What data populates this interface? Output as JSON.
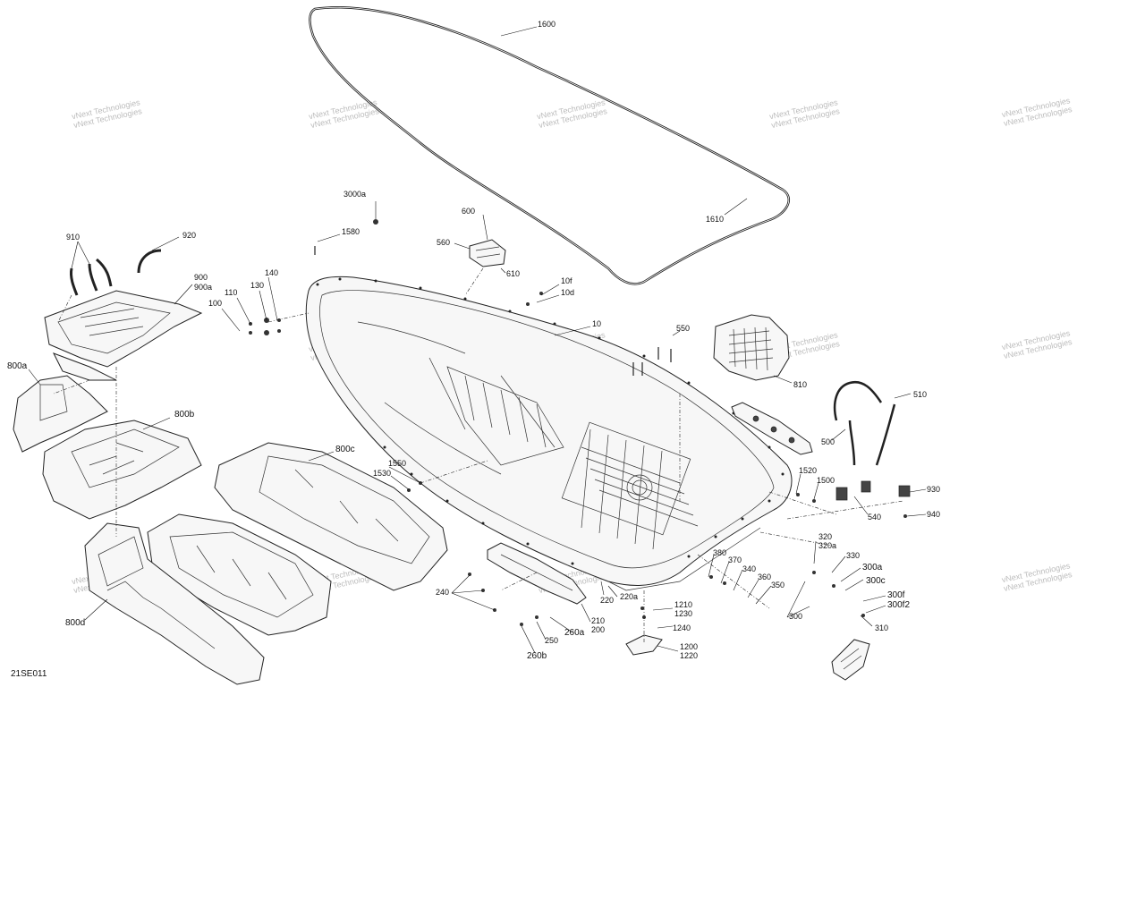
{
  "diagram_code": "21SE011",
  "watermark_text": "vNext Technologies",
  "callouts": [
    {
      "id": "c1600",
      "text": "1600"
    },
    {
      "id": "c1610",
      "text": "1610"
    },
    {
      "id": "c3000a",
      "text": "3000a"
    },
    {
      "id": "c1580",
      "text": "1580"
    },
    {
      "id": "c600",
      "text": "600"
    },
    {
      "id": "c560",
      "text": "560"
    },
    {
      "id": "c610",
      "text": "610"
    },
    {
      "id": "c10f",
      "text": "10f"
    },
    {
      "id": "c10d",
      "text": "10d"
    },
    {
      "id": "c10",
      "text": "10"
    },
    {
      "id": "c550",
      "text": "550"
    },
    {
      "id": "c910",
      "text": "910"
    },
    {
      "id": "c920",
      "text": "920"
    },
    {
      "id": "c900",
      "text": "900"
    },
    {
      "id": "c900a",
      "text": "900a"
    },
    {
      "id": "c140",
      "text": "140"
    },
    {
      "id": "c130",
      "text": "130"
    },
    {
      "id": "c110",
      "text": "110"
    },
    {
      "id": "c100",
      "text": "100"
    },
    {
      "id": "c800a",
      "text": "800a"
    },
    {
      "id": "c800b",
      "text": "800b"
    },
    {
      "id": "c800c",
      "text": "800c"
    },
    {
      "id": "c800d",
      "text": "800d"
    },
    {
      "id": "c810",
      "text": "810"
    },
    {
      "id": "c510",
      "text": "510"
    },
    {
      "id": "c500",
      "text": "500"
    },
    {
      "id": "c1520",
      "text": "1520"
    },
    {
      "id": "c1500",
      "text": "1500"
    },
    {
      "id": "c540",
      "text": "540"
    },
    {
      "id": "c930",
      "text": "930"
    },
    {
      "id": "c940",
      "text": "940"
    },
    {
      "id": "c1550",
      "text": "1550"
    },
    {
      "id": "c1530",
      "text": "1530"
    },
    {
      "id": "c320",
      "text": "320"
    },
    {
      "id": "c320a",
      "text": "320a"
    },
    {
      "id": "c330",
      "text": "330"
    },
    {
      "id": "c300a",
      "text": "300a"
    },
    {
      "id": "c300c",
      "text": "300c"
    },
    {
      "id": "c300f",
      "text": "300f"
    },
    {
      "id": "c300f2",
      "text": "300f2"
    },
    {
      "id": "c300",
      "text": "300"
    },
    {
      "id": "c310",
      "text": "310"
    },
    {
      "id": "c380",
      "text": "380"
    },
    {
      "id": "c370",
      "text": "370"
    },
    {
      "id": "c340",
      "text": "340"
    },
    {
      "id": "c360",
      "text": "360"
    },
    {
      "id": "c350",
      "text": "350"
    },
    {
      "id": "c240",
      "text": "240"
    },
    {
      "id": "c220",
      "text": "220"
    },
    {
      "id": "c220a",
      "text": "220a"
    },
    {
      "id": "c210",
      "text": "210"
    },
    {
      "id": "c200",
      "text": "200"
    },
    {
      "id": "c260a",
      "text": "260a"
    },
    {
      "id": "c250",
      "text": "250"
    },
    {
      "id": "c260b",
      "text": "260b"
    },
    {
      "id": "c1210",
      "text": "1210"
    },
    {
      "id": "c1230",
      "text": "1230"
    },
    {
      "id": "c1240",
      "text": "1240"
    },
    {
      "id": "c1200",
      "text": "1200"
    },
    {
      "id": "c1220",
      "text": "1220"
    }
  ]
}
